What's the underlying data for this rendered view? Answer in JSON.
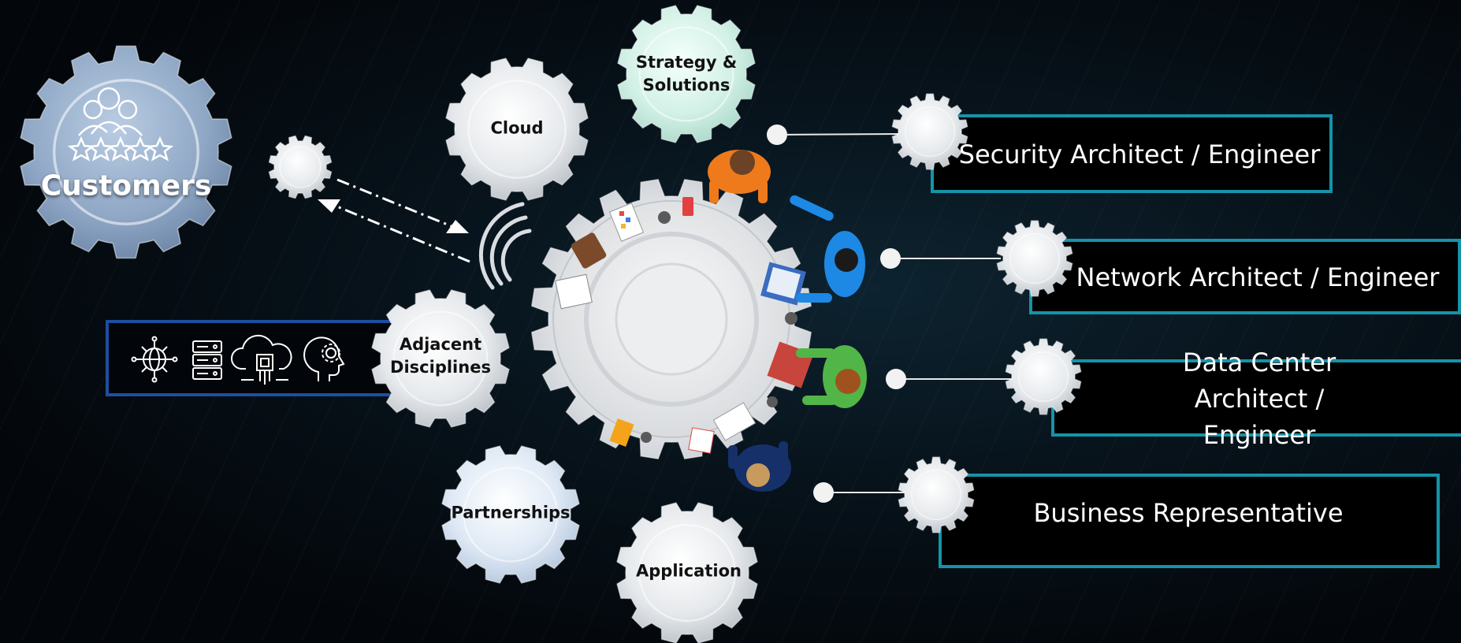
{
  "customers": {
    "label": "Customers",
    "icon": "customers-rating-icon"
  },
  "satellite_gears": {
    "strategy": "Strategy &\nSolutions",
    "cloud": "Cloud",
    "adjacent": "Adjacent\nDisciplines",
    "partnerships": "Partnerships",
    "application": "Application"
  },
  "roles": {
    "security": "Security Architect / Engineer",
    "network": "Network Architect / Engineer",
    "datacenter": "Data Center Architect /\nEngineer",
    "business": "Business Representative"
  },
  "discipline_icons": [
    "network-globe-icon",
    "server-rack-icon",
    "cloud-chip-icon",
    "head-gear-icon"
  ],
  "colors": {
    "teal_box": "#1593a8",
    "blue_box": "#1d4fa0",
    "mint_gear": "#cdeee4",
    "blue_gear": "#8ea8c6"
  }
}
